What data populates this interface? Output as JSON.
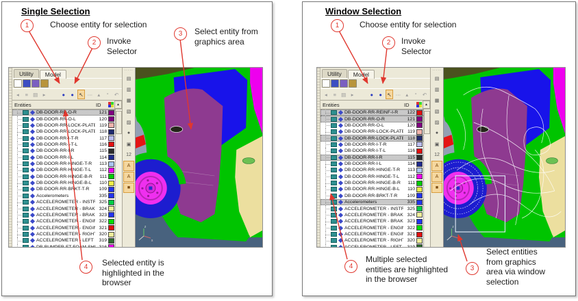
{
  "colors": {
    "annotation_red": "#e0372e",
    "row_highlight": "#c9c9c9",
    "selector_highlight_bg": "#f5d79e",
    "selector_highlight_border": "#d89c3c"
  },
  "graphics_palette": {
    "backdrop": "#93a0b4",
    "ground": "#48627e",
    "roof_olive": "#4a521e",
    "body_green": "#00c400",
    "window_blue": "#1813ea",
    "door_purple": "#8e3a90",
    "front_door_khaki": "#ecdf9f",
    "fender_magenta": "#ee00ee",
    "tail_red": "#e41414",
    "tire_blue": "#1d1dcf",
    "rim_magenta": "#ef2fef",
    "wireframe_white": "#ffffff",
    "selection_box": "#dce4f4"
  },
  "browser_chrome": {
    "tabs": [
      {
        "label": "Utility",
        "active": false
      },
      {
        "label": "Model",
        "active": true
      }
    ],
    "header": {
      "entities": "Entities",
      "id": "ID"
    },
    "top_toolbar_icons": [
      {
        "name": "new-session-icon",
        "color": "#fdfdfd"
      },
      {
        "name": "open-model-icon",
        "color": "#3c4ec2"
      },
      {
        "name": "import-icon",
        "color": "#7a5fc0"
      },
      {
        "name": "export-icon",
        "color": "#b8943c"
      }
    ],
    "row2_left_icons": [
      {
        "name": "collapse-tree-icon",
        "glyph": "◂"
      },
      {
        "name": "expand-tree-icon",
        "glyph": "≡"
      },
      {
        "name": "list-view-icon",
        "glyph": "▤"
      },
      {
        "name": "sort-icon",
        "glyph": "▸"
      }
    ],
    "row2_right_icons": [
      {
        "name": "entity-choose-icon",
        "glyph": "●",
        "color": "#2b3bbf"
      },
      {
        "name": "entity-set-icon",
        "glyph": "●",
        "color": "#2b3bbf"
      },
      {
        "name": "selector-icon",
        "glyph": "↖",
        "highlight": true
      },
      {
        "name": "more-options-icon",
        "glyph": "⋯",
        "dim": true
      },
      {
        "name": "isolate-icon",
        "glyph": "▴",
        "dim": true
      },
      {
        "name": "mask-icon",
        "glyph": "°",
        "dim": true
      },
      {
        "name": "undo-icon",
        "glyph": "↶",
        "dim": true
      }
    ],
    "side_toolbar_icons": [
      {
        "name": "paste-icon",
        "glyph": "▤"
      },
      {
        "name": "stamp-icon",
        "glyph": "▥"
      },
      {
        "name": "stamp-alt-icon",
        "glyph": "▦"
      },
      {
        "name": "mesh-icon",
        "glyph": "▧"
      },
      {
        "name": "layers-icon",
        "glyph": "▨"
      },
      {
        "name": "sphere-icon",
        "glyph": "●"
      },
      {
        "name": "find-icon",
        "glyph": "▣"
      },
      {
        "name": "renumber-icon",
        "glyph": "12"
      },
      {
        "name": "label-blue-icon",
        "glyph": "A",
        "highlight": true
      },
      {
        "name": "label-red-icon",
        "glyph": "A",
        "highlight": true
      },
      {
        "name": "folder-icon",
        "glyph": "■",
        "highlight": true
      }
    ]
  },
  "panels": [
    {
      "title": "Single Selection",
      "callouts": [
        {
          "num": "1",
          "text": "Choose entity for selection"
        },
        {
          "num": "2",
          "text": "Invoke\nSelector"
        },
        {
          "num": "3",
          "text": "Select entity from\ngraphics area"
        },
        {
          "num": "4",
          "text": "Selected entity is\nhighlighted in the\nbrowser"
        }
      ],
      "rows": [
        {
          "label": "DB-DOOR-RR-O-R",
          "id": "121",
          "color": "#800080",
          "selected": true
        },
        {
          "label": "DB-DOOR-RR-O-L",
          "id": "120",
          "color": "#800080"
        },
        {
          "label": "DB-DOOR-RR-LOCK-PLATE-L",
          "id": "119",
          "color": "#f0b4ac"
        },
        {
          "label": "DB-DOOR-RR-LOCK-PLATE-R",
          "id": "118",
          "color": "#1f2a6e"
        },
        {
          "label": "DB-DOOR-RR-I-T-R",
          "id": "117",
          "color": "#b9bcf0"
        },
        {
          "label": "DB-DOOR-RR-I-T-L",
          "id": "116",
          "color": "#e01010"
        },
        {
          "label": "DB-DOOR-RR-I-R",
          "id": "115",
          "color": "#2b2b2b"
        },
        {
          "label": "DB-DOOR-RR-I-L",
          "id": "114",
          "color": "#1f2a8e"
        },
        {
          "label": "DB-DOOR-RR-HINGE-T-R",
          "id": "113",
          "color": "#a9c4f2"
        },
        {
          "label": "DB-DOOR-RR-HINGE-T-L",
          "id": "112",
          "color": "#ee00ee"
        },
        {
          "label": "DB-DOOR-RR-HINGE-B-R",
          "id": "111",
          "color": "#00cc00"
        },
        {
          "label": "DB-DOOR-RR-HINGE-B-L",
          "id": "110",
          "color": "#eeee44"
        },
        {
          "label": "DB-DOOR-RR-BRKT-T-R",
          "id": "109",
          "color": "#2233ee"
        },
        {
          "label": "Accelerometers",
          "id": "335",
          "color": "#2233ee"
        },
        {
          "label": "ACCELEROMETER - INSTRUME",
          "id": "325",
          "color": "#00cc44"
        },
        {
          "label": "ACCELEROMETER - BRAKE CAI",
          "id": "324",
          "color": "#f0ee9a"
        },
        {
          "label": "ACCELEROMETER - BRAKE CAI",
          "id": "323",
          "color": "#2233ee"
        },
        {
          "label": "ACCELEROMETER - ENGINE BC",
          "id": "322",
          "color": "#00dd00"
        },
        {
          "label": "ACCELEROMETER - ENGINE TC",
          "id": "321",
          "color": "#e01010"
        },
        {
          "label": "ACCELEROMETER - RIGHT REA",
          "id": "320",
          "color": "#f0ee9a"
        },
        {
          "label": "ACCELEROMETER - LEFT REAF",
          "id": "319",
          "color": "#2f6b2f"
        },
        {
          "label": "DB-BUMPER-FT-FOAM-SHELL",
          "id": "316",
          "color": "#ee00ee"
        }
      ],
      "graphics": {
        "wireframe": false,
        "selection_window": false
      }
    },
    {
      "title": "Window Selection",
      "callouts": [
        {
          "num": "1",
          "text": "Choose entity for selection"
        },
        {
          "num": "2",
          "text": "Invoke\nSelector"
        },
        {
          "num": "3",
          "text": "Select entities\nfrom graphics\narea via window\nselection"
        },
        {
          "num": "4",
          "text": "Multiple selected\nentities are highlighted\nin the browser"
        }
      ],
      "rows": [
        {
          "label": "DB-DOOR-RR-REINF-I-R",
          "id": "122",
          "color": "#e01010",
          "selected": true
        },
        {
          "label": "DB-DOOR-RR-O-R",
          "id": "121",
          "color": "#800080",
          "selected": true
        },
        {
          "label": "DB-DOOR-RR-O-L",
          "id": "120",
          "color": "#800080"
        },
        {
          "label": "DB-DOOR-RR-LOCK-PLATE-L",
          "id": "119",
          "color": "#f0b4ac"
        },
        {
          "label": "DB-DOOR-RR-LOCK-PLATE-R",
          "id": "118",
          "color": "#1f2a6e",
          "selected": true
        },
        {
          "label": "DB-DOOR-RR-I-T-R",
          "id": "117",
          "color": "#b9bcf0"
        },
        {
          "label": "DB-DOOR-RR-I-T-L",
          "id": "116",
          "color": "#e01010"
        },
        {
          "label": "DB-DOOR-RR-I-R",
          "id": "115",
          "color": "#2b2b2b",
          "selected": true
        },
        {
          "label": "DB-DOOR-RR-I-L",
          "id": "114",
          "color": "#1f2a8e"
        },
        {
          "label": "DB-DOOR-RR-HINGE-T-R",
          "id": "113",
          "color": "#a9c4f2"
        },
        {
          "label": "DB-DOOR-RR-HINGE-T-L",
          "id": "112",
          "color": "#ee00ee"
        },
        {
          "label": "DB-DOOR-RR-HINGE-B-R",
          "id": "111",
          "color": "#00cc00"
        },
        {
          "label": "DB-DOOR-RR-HINGE-B-L",
          "id": "110",
          "color": "#eeee44"
        },
        {
          "label": "DB-DOOR-RR-BRKT-T-R",
          "id": "109",
          "color": "#2233ee"
        },
        {
          "label": "Accelerometers",
          "id": "335",
          "color": "#2233ee",
          "selected": true
        },
        {
          "label": "ACCELEROMETER - INSTRUME",
          "id": "325",
          "color": "#00cc44"
        },
        {
          "label": "ACCELEROMETER - BRAKE CAI",
          "id": "324",
          "color": "#f0ee9a"
        },
        {
          "label": "ACCELEROMETER - BRAKE CAI",
          "id": "323",
          "color": "#2233ee"
        },
        {
          "label": "ACCELEROMETER - ENGINE BC",
          "id": "322",
          "color": "#00dd00"
        },
        {
          "label": "ACCELEROMETER - ENGINE TC",
          "id": "321",
          "color": "#e01010"
        },
        {
          "label": "ACCELEROMETER - RIGHT REA",
          "id": "320",
          "color": "#f0ee9a"
        },
        {
          "label": "ACCELEROMETER - LEFT REAF",
          "id": "319",
          "color": "#2f6b2f"
        }
      ],
      "graphics": {
        "wireframe": true,
        "selection_window": true
      }
    }
  ]
}
